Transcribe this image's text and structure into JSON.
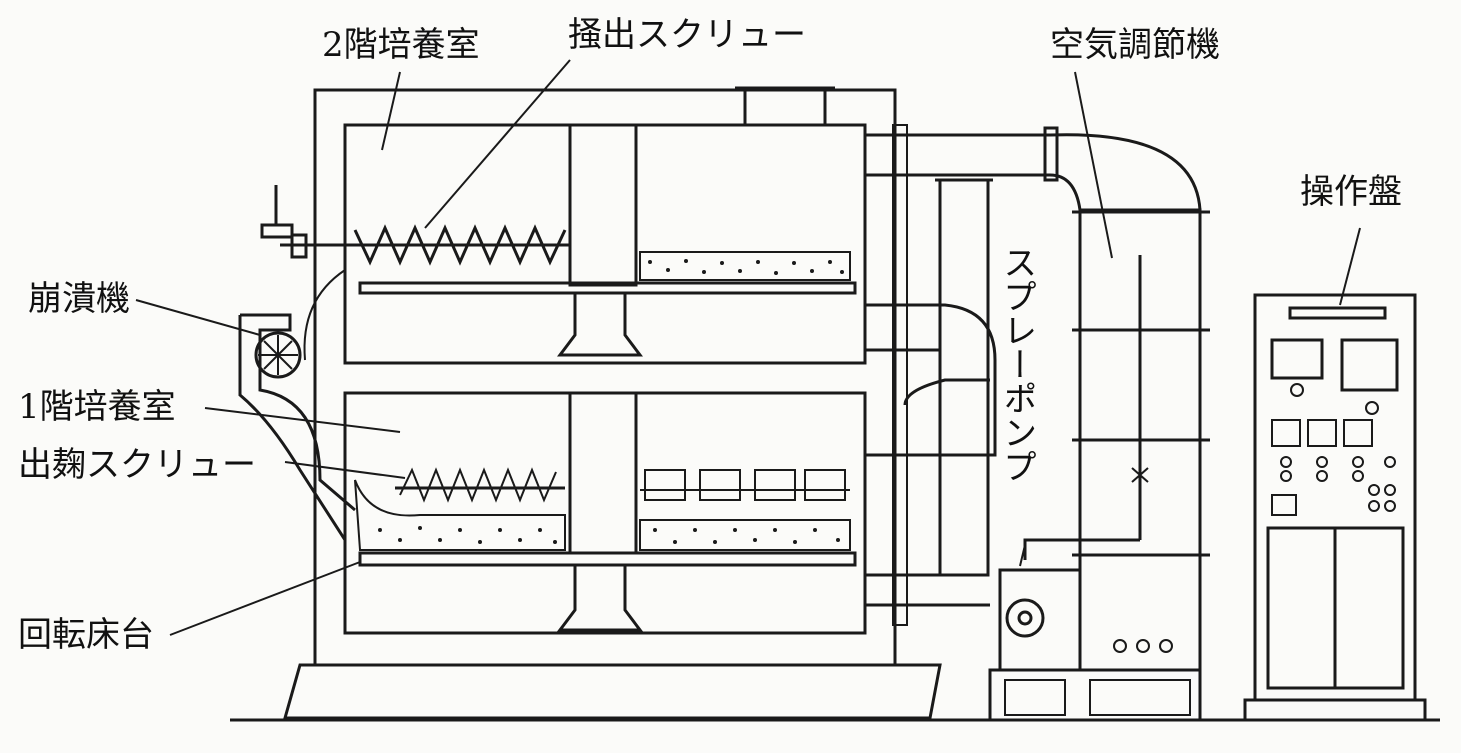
{
  "labels": {
    "culture_room_2f": "2階培養室",
    "stirring_screw": "掻出スクリュー",
    "air_conditioner": "空気調節機",
    "control_panel": "操作盤",
    "crusher": "崩潰機",
    "culture_room_1f": "1階培養室",
    "koji_out_screw": "出麹スクリュー",
    "spray_pump": "スプレーポンプ",
    "rotating_floor": "回転床台"
  },
  "colors": {
    "line": "#1a1a1a",
    "paper": "#fbfbf9"
  }
}
